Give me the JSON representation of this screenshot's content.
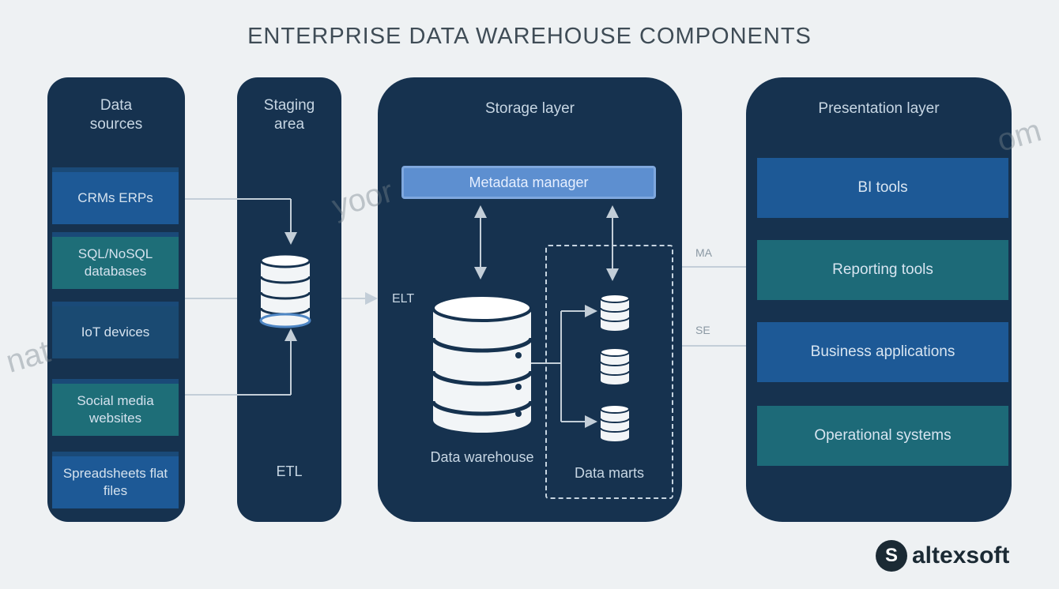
{
  "title": "ENTERPRISE DATA WAREHOUSE COMPONENTS",
  "panels": {
    "sources": {
      "title": "Data sources",
      "items": [
        "CRMs ERPs",
        "SQL/NoSQL databases",
        "IoT devices",
        "Social media websites",
        "Spreadsheets flat files"
      ]
    },
    "staging": {
      "title": "Staging area",
      "footer": "ETL"
    },
    "storage": {
      "title": "Storage layer",
      "metadata": "Metadata manager",
      "elt": "ELT",
      "warehouse_label": "Data warehouse",
      "marts_label": "Data marts"
    },
    "presentation": {
      "title": "Presentation layer",
      "items": [
        "BI tools",
        "Reporting tools",
        "Business applications",
        "Operational systems"
      ]
    }
  },
  "connectors": {
    "upper": "MA",
    "lower": "SE"
  },
  "watermark": {
    "left": "nat",
    "top": "yoor",
    "right": "om"
  },
  "brand": "altexsoft",
  "colors": {
    "panel": "#16324f",
    "box_blue": "#1d5996",
    "box_teal": "#1e6e78",
    "metadata": "#5d8fd0",
    "lines": "#c3ced8"
  }
}
